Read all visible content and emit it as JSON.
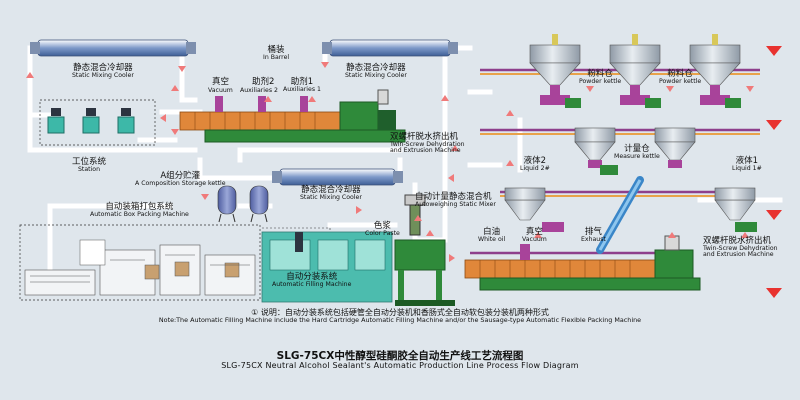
{
  "labels": {
    "static_mixer_1": {
      "zh": "静态混合冷却器",
      "en": "Static Mixing Cooler"
    },
    "static_mixer_2": {
      "zh": "静态混合冷却器",
      "en": "Static Mixing Cooler"
    },
    "static_mixer_3": {
      "zh": "静态混合冷却器",
      "en": "Static Mixing Cooler"
    },
    "barrel": {
      "zh": "桶装",
      "en": "In Barrel"
    },
    "vacuum_1": {
      "zh": "真空",
      "en": "Vacuum"
    },
    "aux2": {
      "zh": "助剂2",
      "en": "Auxiliaries 2"
    },
    "aux1": {
      "zh": "助剂1",
      "en": "Auxiliaries 1"
    },
    "twin_screw_1": {
      "zh": "双螺杆脱水挤出机",
      "en1": "Twin-Screw Dehydration",
      "en2": "and Extrusion Machine"
    },
    "twin_screw_2": {
      "zh": "双螺杆脱水挤出机",
      "en1": "Twin-Screw Dehydration",
      "en2": "and Extrusion Machine"
    },
    "powder_1": {
      "zh": "粉料仓",
      "en": "Powder kettle"
    },
    "powder_2": {
      "zh": "粉料仓",
      "en": "Powder kettle"
    },
    "measure": {
      "zh": "计量仓",
      "en": "Measure kettle"
    },
    "liquid2": {
      "zh": "液体2",
      "en": "Liquid 2#"
    },
    "liquid1": {
      "zh": "液体1",
      "en": "Liquid 1#"
    },
    "station": {
      "zh": "工位系统",
      "en": "Station"
    },
    "storage": {
      "zh": "A组分贮灌",
      "en": "A Composition Storage kettle"
    },
    "box_packing": {
      "zh": "自动装箱打包系统",
      "en": "Automatic Box Packing Machine"
    },
    "autoweigh": {
      "zh": "自动计量静态混合机",
      "en": "Autoweighing Static Mixer"
    },
    "color_paste": {
      "zh": "色浆",
      "en": "Color Paste"
    },
    "white_oil": {
      "zh": "白油",
      "en": "White oil"
    },
    "vacuum_2": {
      "zh": "真空",
      "en": "Vacuum"
    },
    "exhaust": {
      "zh": "排气",
      "en": "Exhaust"
    },
    "filling": {
      "zh": "自动分装系统",
      "en": "Automatic Filling Machine"
    }
  },
  "note": {
    "zh": "① 说明：自动分装系统包括硬管全自动分装机和香肠式全自动软包装分装机两种形式",
    "en": "Note:The Automatic Filling Machine include the Hard Cartridge Automatic Filling Machine and/or the Sausage-type Automatic Flexible Packing Machine"
  },
  "title": {
    "zh": "SLG-75CX中性醇型硅酮胶全自动生产线工艺流程图",
    "en": "SLG-75CX Neutral Alcohol Sealant's Automatic Production Line Process Flow Diagram"
  },
  "colors": {
    "pipe": "#ffffff",
    "cooler": "#5e7fb8",
    "hopper": "#b9c5cf",
    "flange": "#a8439a",
    "extruder": "#e0873a",
    "frame": "#2f8a3a",
    "arrow": "#f07a7a",
    "machine": "#3db8a8"
  }
}
